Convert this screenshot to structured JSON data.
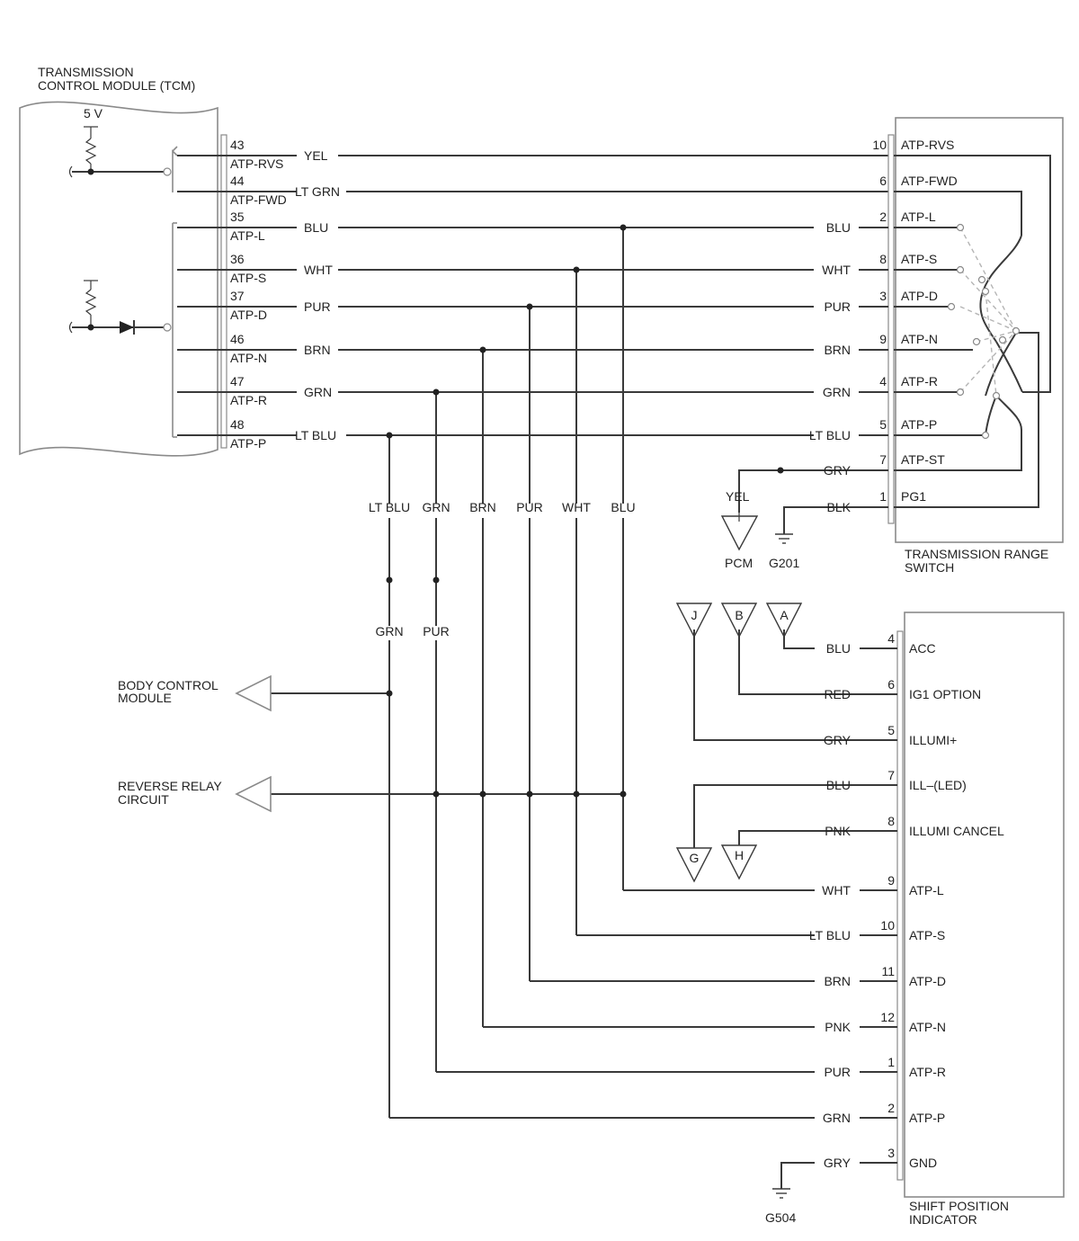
{
  "tcm": {
    "title": [
      "TRANSMISSION",
      "CONTROL MODULE (TCM)"
    ],
    "voltage": "5 V",
    "pins": [
      {
        "pin": "43",
        "name": "ATP-RVS",
        "wire": "YEL"
      },
      {
        "pin": "44",
        "name": "ATP-FWD",
        "wire": "LT GRN"
      },
      {
        "pin": "35",
        "name": "ATP-L",
        "wire": "BLU"
      },
      {
        "pin": "36",
        "name": "ATP-S",
        "wire": "WHT"
      },
      {
        "pin": "37",
        "name": "ATP-D",
        "wire": "PUR"
      },
      {
        "pin": "46",
        "name": "ATP-N",
        "wire": "BRN"
      },
      {
        "pin": "47",
        "name": "ATP-R",
        "wire": "GRN"
      },
      {
        "pin": "48",
        "name": "ATP-P",
        "wire": "LT BLU"
      }
    ]
  },
  "range_switch": {
    "title": [
      "TRANSMISSION RANGE",
      "SWITCH"
    ],
    "pins": [
      {
        "pin": "10",
        "name": "ATP-RVS",
        "wire": ""
      },
      {
        "pin": "6",
        "name": "ATP-FWD",
        "wire": ""
      },
      {
        "pin": "2",
        "name": "ATP-L",
        "wire": "BLU"
      },
      {
        "pin": "8",
        "name": "ATP-S",
        "wire": "WHT"
      },
      {
        "pin": "3",
        "name": "ATP-D",
        "wire": "PUR"
      },
      {
        "pin": "9",
        "name": "ATP-N",
        "wire": "BRN"
      },
      {
        "pin": "4",
        "name": "ATP-R",
        "wire": "GRN"
      },
      {
        "pin": "5",
        "name": "ATP-P",
        "wire": "LT BLU"
      },
      {
        "pin": "7",
        "name": "ATP-ST",
        "wire": "GRY"
      },
      {
        "pin": "1",
        "name": "PG1",
        "wire": "BLK"
      }
    ],
    "pcm_wire": "YEL",
    "pcm_label": "PCM",
    "ground_label": "G201"
  },
  "branches": {
    "wire_labels": [
      "LT BLU",
      "GRN",
      "BRN",
      "PUR",
      "WHT",
      "BLU"
    ],
    "lower_labels": [
      "GRN",
      "PUR"
    ],
    "body_control": [
      "BODY CONTROL",
      "MODULE"
    ],
    "reverse_relay": [
      "REVERSE RELAY",
      "CIRCUIT"
    ]
  },
  "indicator": {
    "title": [
      "SHIFT POSITION",
      "INDICATOR"
    ],
    "connectors": [
      "J",
      "B",
      "A",
      "G",
      "H"
    ],
    "pins": [
      {
        "pin": "4",
        "name": "ACC",
        "wire": "BLU"
      },
      {
        "pin": "6",
        "name": "IG1 OPTION",
        "wire": "RED"
      },
      {
        "pin": "5",
        "name": "ILLUMI+",
        "wire": "GRY"
      },
      {
        "pin": "7",
        "name": "ILL–(LED)",
        "wire": "BLU"
      },
      {
        "pin": "8",
        "name": "ILLUMI CANCEL",
        "wire": "PNK"
      },
      {
        "pin": "9",
        "name": "ATP-L",
        "wire": "WHT"
      },
      {
        "pin": "10",
        "name": "ATP-S",
        "wire": "LT BLU"
      },
      {
        "pin": "11",
        "name": "ATP-D",
        "wire": "BRN"
      },
      {
        "pin": "12",
        "name": "ATP-N",
        "wire": "PNK"
      },
      {
        "pin": "1",
        "name": "ATP-R",
        "wire": "PUR"
      },
      {
        "pin": "2",
        "name": "ATP-P",
        "wire": "GRN"
      },
      {
        "pin": "3",
        "name": "GND",
        "wire": "GRY"
      }
    ],
    "ground_label": "G504"
  }
}
